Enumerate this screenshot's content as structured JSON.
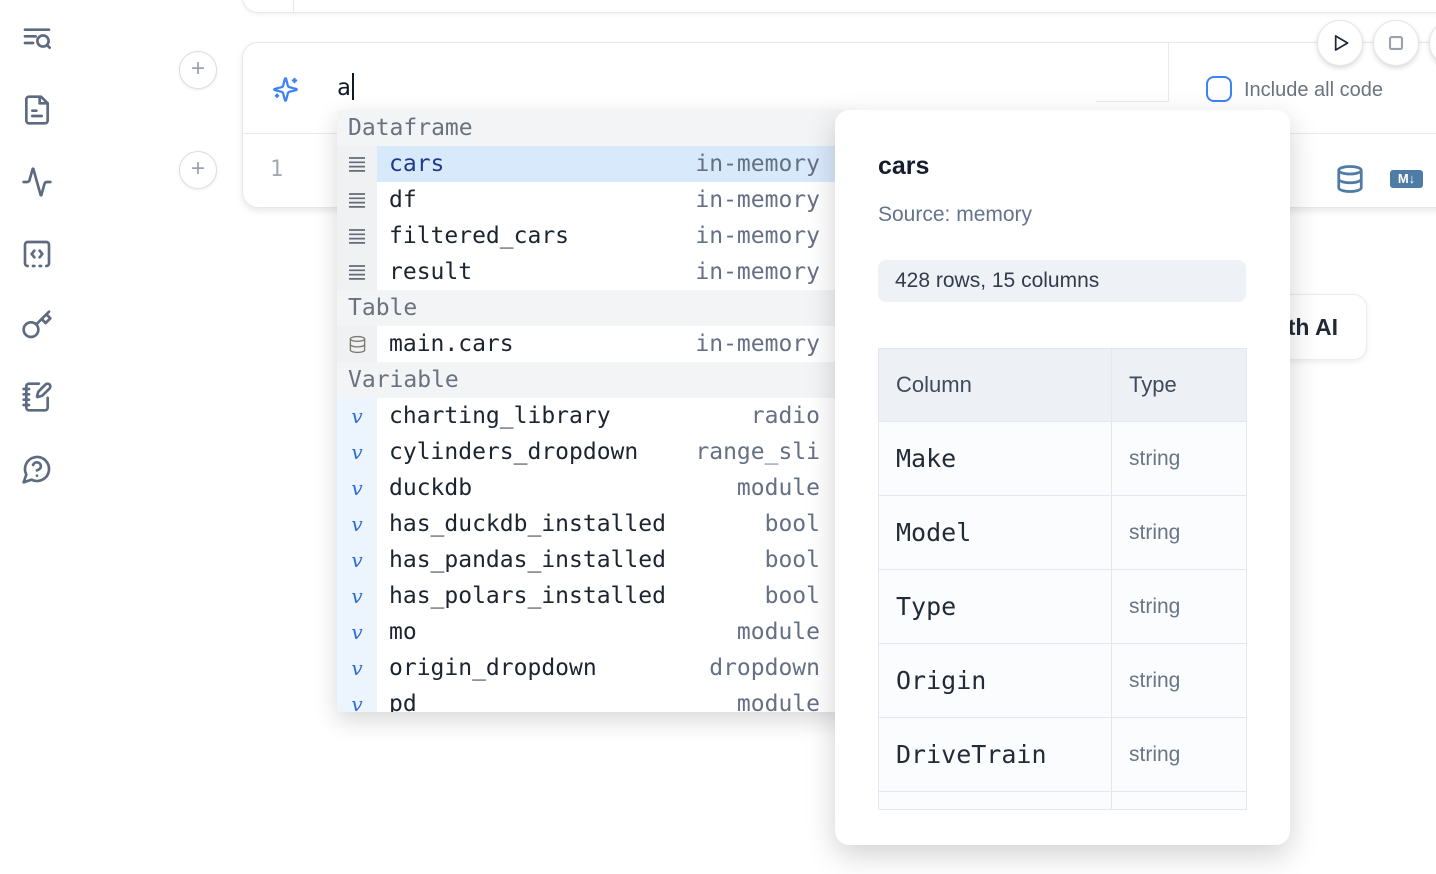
{
  "colors": {
    "accent_blue": "#3b82f6",
    "steel_blue": "#4e7ca7",
    "selected_row_bg": "#d9e9fc",
    "section_header_bg": "#f3f4f6",
    "badge_bg": "#eef2f7"
  },
  "sidebar": {
    "icons": [
      {
        "name": "text-search-icon"
      },
      {
        "name": "file-text-icon"
      },
      {
        "name": "activity-icon"
      },
      {
        "name": "snippets-code-icon"
      },
      {
        "name": "key-icon"
      },
      {
        "name": "notebook-pen-icon"
      },
      {
        "name": "help-chat-icon"
      }
    ]
  },
  "toolbar": {
    "run_icon": "play-icon",
    "stop_icon": "stop-icon"
  },
  "prompt": {
    "value": "a",
    "include_all_code_label": "Include all code",
    "checkbox_checked": false
  },
  "cell": {
    "line_number": "1",
    "action_icons": [
      "database-icon",
      "markdown-convert-icon"
    ],
    "markdown_badge": "M↓"
  },
  "ai_button": {
    "label": "Generate with AI"
  },
  "autocomplete": {
    "sections": [
      {
        "label": "Dataframe",
        "items": [
          {
            "name": "cars",
            "type": "in-memory",
            "icon": "rows-icon",
            "selected": true
          },
          {
            "name": "df",
            "type": "in-memory",
            "icon": "rows-icon",
            "selected": false
          },
          {
            "name": "filtered_cars",
            "type": "in-memory",
            "icon": "rows-icon",
            "selected": false
          },
          {
            "name": "result",
            "type": "in-memory",
            "icon": "rows-icon",
            "selected": false
          }
        ]
      },
      {
        "label": "Table",
        "items": [
          {
            "name": "main.cars",
            "type": "in-memory",
            "icon": "database-icon",
            "selected": false
          }
        ]
      },
      {
        "label": "Variable",
        "items": [
          {
            "name": "charting_library",
            "type": "radio",
            "icon": "variable-icon",
            "selected": false
          },
          {
            "name": "cylinders_dropdown",
            "type": "range_sli",
            "icon": "variable-icon",
            "selected": false
          },
          {
            "name": "duckdb",
            "type": "module",
            "icon": "variable-icon",
            "selected": false
          },
          {
            "name": "has_duckdb_installed",
            "type": "bool",
            "icon": "variable-icon",
            "selected": false
          },
          {
            "name": "has_pandas_installed",
            "type": "bool",
            "icon": "variable-icon",
            "selected": false
          },
          {
            "name": "has_polars_installed",
            "type": "bool",
            "icon": "variable-icon",
            "selected": false
          },
          {
            "name": "mo",
            "type": "module",
            "icon": "variable-icon",
            "selected": false
          },
          {
            "name": "origin_dropdown",
            "type": "dropdown",
            "icon": "variable-icon",
            "selected": false
          },
          {
            "name": "pd",
            "type": "module",
            "icon": "variable-icon",
            "selected": false,
            "clipped": true
          }
        ]
      }
    ]
  },
  "preview": {
    "title": "cars",
    "source_label": "Source: memory",
    "shape_label": "428 rows, 15 columns",
    "table": {
      "headers": [
        "Column",
        "Type"
      ],
      "rows": [
        [
          "Make",
          "string"
        ],
        [
          "Model",
          "string"
        ],
        [
          "Type",
          "string"
        ],
        [
          "Origin",
          "string"
        ],
        [
          "DriveTrain",
          "string"
        ]
      ]
    }
  }
}
